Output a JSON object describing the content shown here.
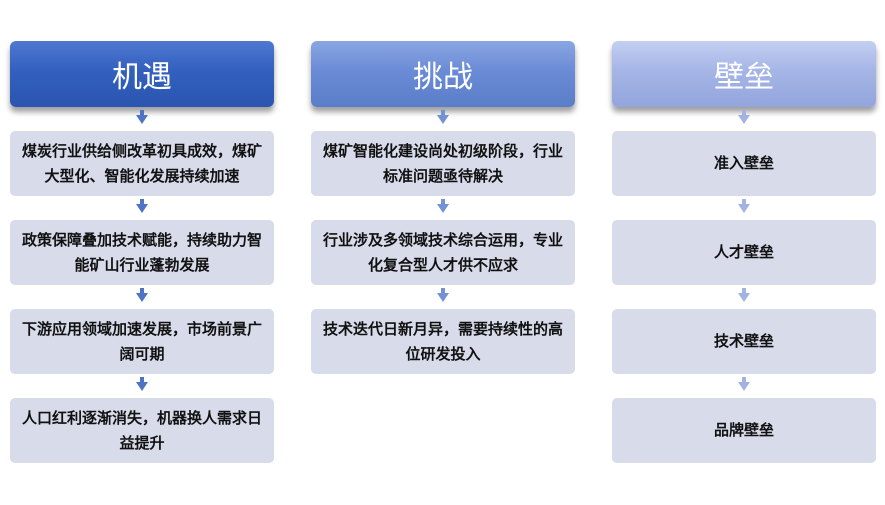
{
  "columns": [
    {
      "title": "机遇",
      "items": [
        "煤炭行业供给侧改革初具成效，煤矿大型化、智能化发展持续加速",
        "政策保障叠加技术赋能，持续助力智能矿山行业蓬勃发展",
        "下游应用领域加速发展，市场前景广阔可期",
        "人口红利逐渐消失，机器换人需求日益提升"
      ]
    },
    {
      "title": "挑战",
      "items": [
        "煤矿智能化建设尚处初级阶段，行业标准问题亟待解决",
        "行业涉及多领域技术综合运用，专业化复合型人才供不应求",
        "技术迭代日新月异，需要持续性的高位研发投入"
      ]
    },
    {
      "title": "壁垒",
      "items": [
        "准入壁垒",
        "人才壁垒",
        "技术壁垒",
        "品牌壁垒"
      ]
    }
  ],
  "colors": {
    "opportunity_header": "#3360bf",
    "challenge_header": "#6a8bd6",
    "barrier_header": "#a5b5e6",
    "box_fill": "#d7dbea"
  },
  "icons": {
    "connector": "down-arrow-icon"
  }
}
